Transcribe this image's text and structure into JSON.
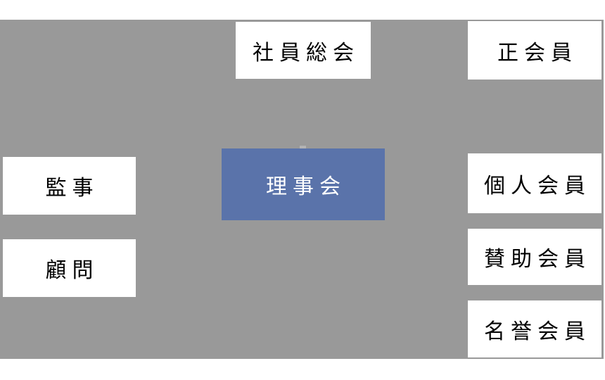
{
  "diagram": {
    "type": "org-chart",
    "colors": {
      "panel_gray": "#999999",
      "accent_blue": "#5A73AA",
      "box_white": "#ffffff",
      "text_black": "#000000",
      "text_white": "#ffffff"
    },
    "nodes": [
      {
        "id": "general-meeting",
        "label": "社員総会",
        "style": "white"
      },
      {
        "id": "regular-member",
        "label": "正会員",
        "style": "white"
      },
      {
        "id": "board-of-directors",
        "label": "理事会",
        "style": "blue"
      },
      {
        "id": "auditor",
        "label": "監事",
        "style": "white"
      },
      {
        "id": "advisor",
        "label": "顧問",
        "style": "white"
      },
      {
        "id": "individual-member",
        "label": "個人会員",
        "style": "white"
      },
      {
        "id": "supporting-member",
        "label": "賛助会員",
        "style": "white"
      },
      {
        "id": "honorary-member",
        "label": "名誉会員",
        "style": "white"
      }
    ]
  }
}
